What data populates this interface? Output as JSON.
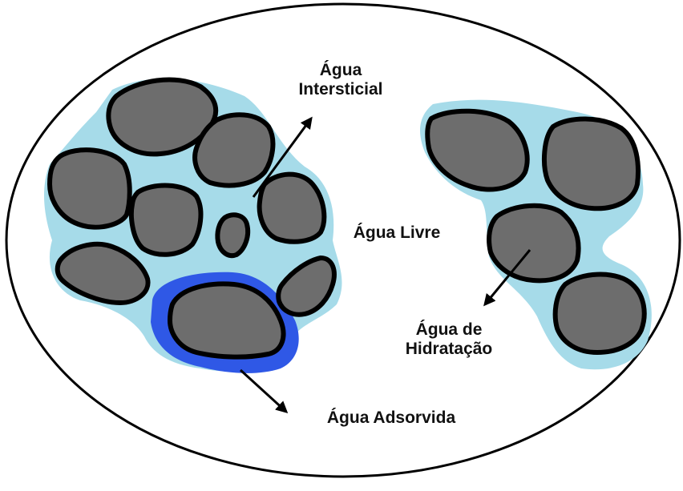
{
  "labels": {
    "intersticial_1": "Água",
    "intersticial_2": "Intersticial",
    "livre": "Água Livre",
    "hidratacao_1": "Água de",
    "hidratacao_2": "Hidratação",
    "adsorvida": "Água Adsorvida"
  },
  "colors": {
    "background": "#ffffff",
    "water_free": "#a6dbe9",
    "water_adsorbed": "#2f58e6",
    "particle_fill": "#6d6d6d",
    "particle_outline": "#000000",
    "ellipse_outline": "#000000"
  }
}
